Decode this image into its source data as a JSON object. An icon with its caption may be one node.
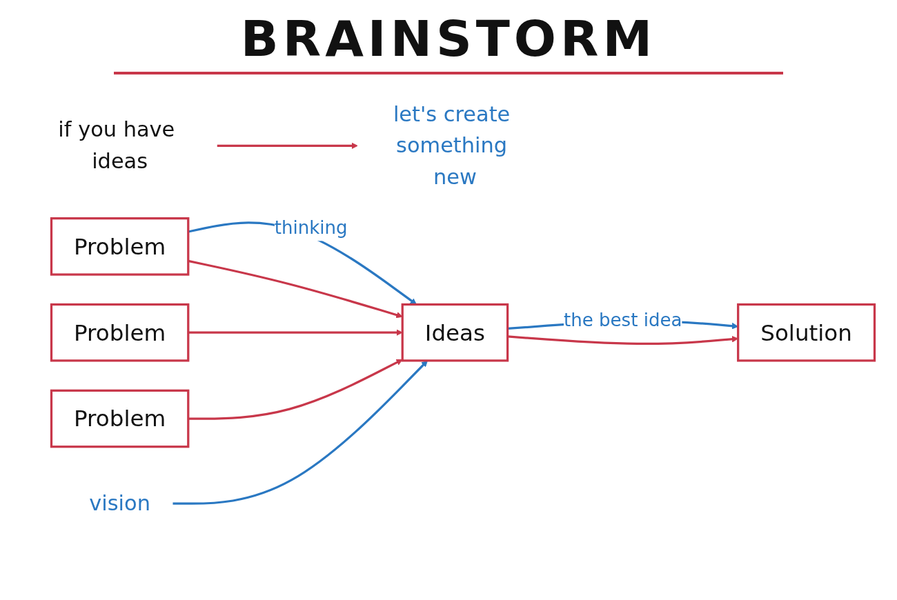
{
  "diagram": {
    "title": "BRAINSTORM",
    "nodes": [
      {
        "text": [
          "if you have ideas"
        ]
      },
      {
        "text": [
          "let's create something new"
        ]
      },
      {
        "text": [
          "Problem"
        ]
      },
      {
        "text": [
          "Problem"
        ]
      },
      {
        "text": [
          "Problem"
        ]
      },
      {
        "text": [
          "Ideas"
        ]
      },
      {
        "text": [
          "Solution"
        ]
      },
      {
        "text": [
          "vision"
        ]
      }
    ],
    "edges": [
      {
        "from": 0,
        "to": 1,
        "arrow": "to"
      },
      {
        "from": 2,
        "to": 5,
        "arrow": "to",
        "label": "thinking",
        "color": "#2a78c2"
      },
      {
        "from": 2,
        "to": 5,
        "arrow": "to"
      },
      {
        "from": 3,
        "to": 5,
        "arrow": "to"
      },
      {
        "from": 4,
        "to": 5,
        "arrow": "to"
      },
      {
        "from": 5,
        "to": 6,
        "arrow": "to",
        "label": "the best idea",
        "color": "#2a78c2"
      },
      {
        "from": 5,
        "to": 6,
        "arrow": "to"
      },
      {
        "from": 7,
        "to": 5,
        "arrow": "to",
        "color": "#2a78c2"
      }
    ]
  }
}
